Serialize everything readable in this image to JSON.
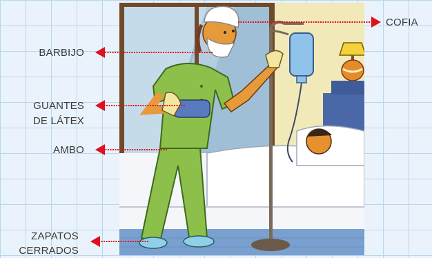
{
  "colors": {
    "arrow": "#e0101c",
    "scrubs": "#8fc14a",
    "wall": "#f2eabb",
    "window": "#8fb0c8"
  },
  "labels": {
    "cofia": "COFIA",
    "barbijo": "BARBIJO",
    "guantes_1": "GUANTES",
    "guantes_2": "DE LÁTEX",
    "ambo": "AMBO",
    "zapatos_1": "ZAPATOS",
    "zapatos_2": "CERRADOS"
  },
  "icons": [
    "nurse-illustration",
    "iv-drip-bag",
    "table-lamp",
    "bed-patient"
  ]
}
